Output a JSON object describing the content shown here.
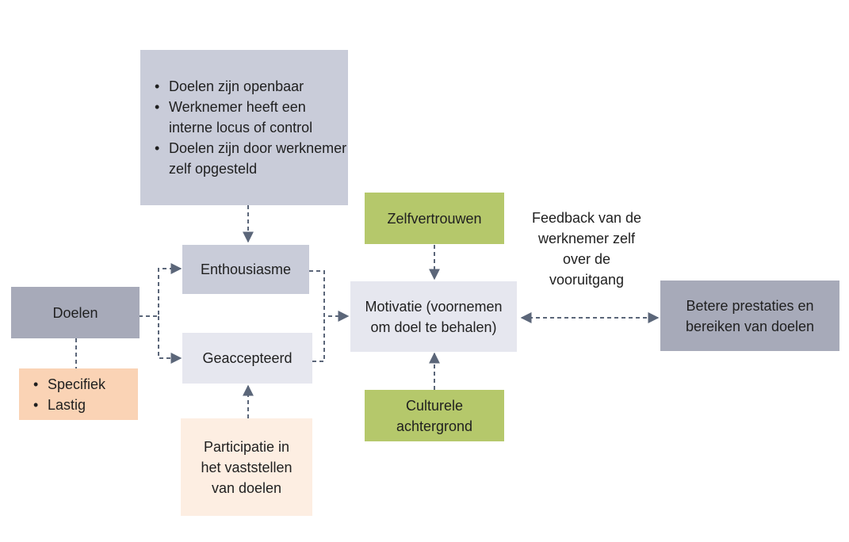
{
  "conditions": {
    "items": [
      "Doelen zijn openbaar",
      "Werknemer heeft een interne locus of control",
      "Doelen zijn door werknemer zelf opgesteld"
    ]
  },
  "enthousiasme": "Enthousiasme",
  "geaccepteerd": "Geaccepteerd",
  "doelen": "Doelen",
  "doel_kenmerken": {
    "items": [
      "Specifiek",
      "Lastig"
    ]
  },
  "participatie": [
    "Participatie in",
    "het vaststellen",
    "van doelen"
  ],
  "zelfvertrouwen": "Zelfvertrouwen",
  "motivatie": [
    "Motivatie (voornemen",
    "om doel te behalen)"
  ],
  "culturele": [
    "Culturele",
    "achtergrond"
  ],
  "feedback": [
    "Feedback van de",
    "werknemer zelf",
    "over de",
    "vooruitgang"
  ],
  "betere": [
    "Betere prestaties en",
    "bereiken van doelen"
  ],
  "colors": {
    "gray_dark": "#a7aab9",
    "gray_mid": "#c9ccd9",
    "gray_light": "#e6e7ef",
    "green": "#b5c86b",
    "peach": "#fad3b5",
    "peach_light": "#fdeee2",
    "connector": "#5b6679"
  }
}
